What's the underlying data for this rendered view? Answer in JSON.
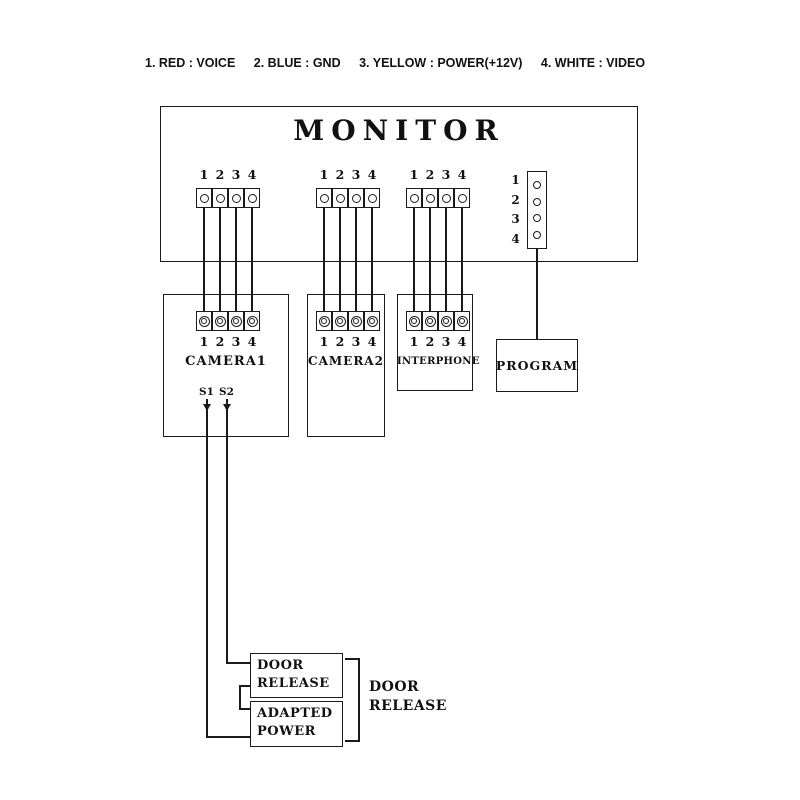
{
  "legend": {
    "items": [
      "1. RED : VOICE",
      "2. BLUE : GND",
      "3. YELLOW : POWER(+12V)",
      "4. WHITE : VIDEO"
    ]
  },
  "pins": [
    "1",
    "2",
    "3",
    "4"
  ],
  "monitor": {
    "title": "MONITOR"
  },
  "devices": {
    "camera1": {
      "label": "CAMERA1",
      "s1": "S1",
      "s2": "S2"
    },
    "camera2": {
      "label": "CAMERA2"
    },
    "interphone": {
      "label": "INTERPHONE"
    },
    "program": {
      "label": "PROGRAM"
    }
  },
  "bottom": {
    "door_release": {
      "line1": "DOOR",
      "line2": "RELEASE"
    },
    "adapted_power": {
      "line1": "ADAPTED",
      "line2": "POWER"
    },
    "bracket_label": {
      "line1": "DOOR",
      "line2": "RELEASE"
    }
  },
  "colors": {
    "ink": "#1a1a1a",
    "background": "#ffffff"
  }
}
